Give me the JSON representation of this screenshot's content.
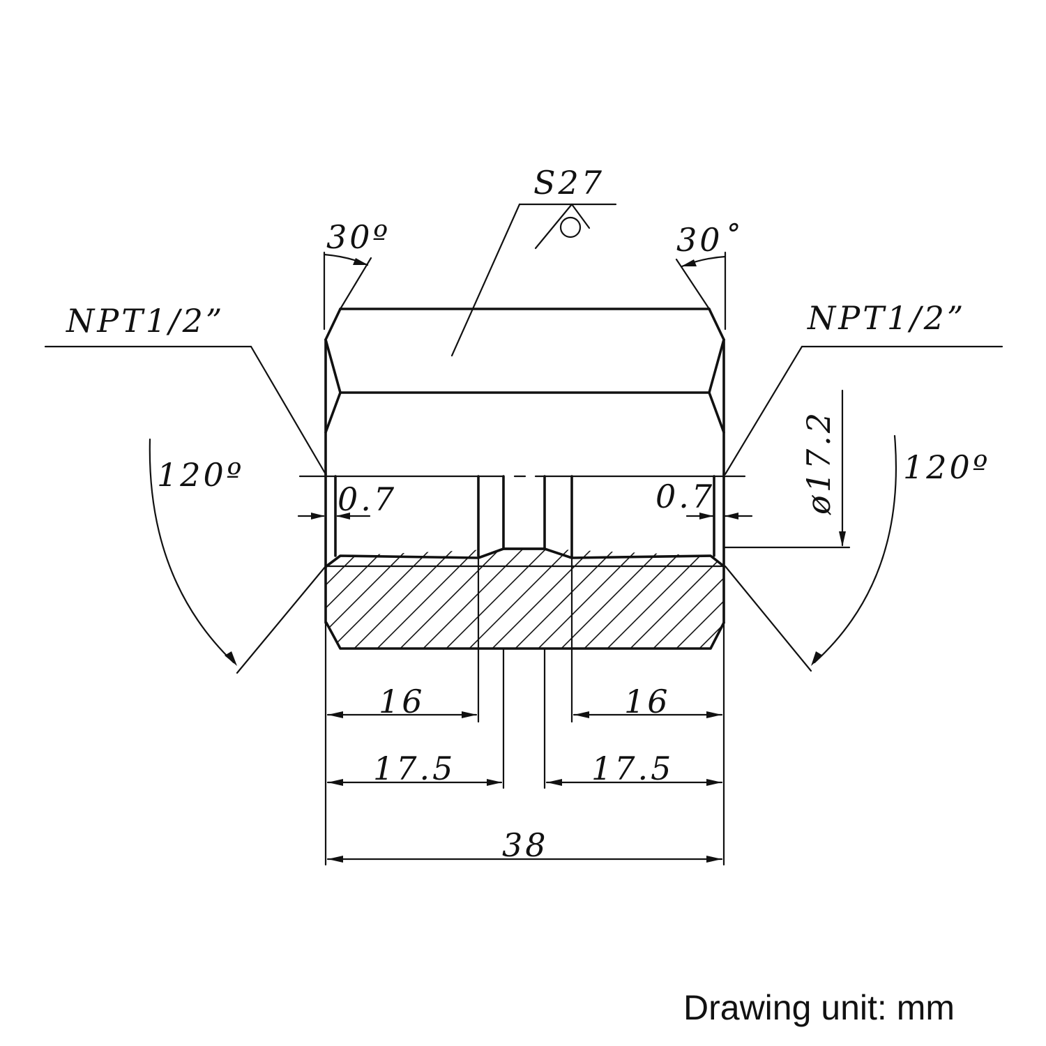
{
  "labels": {
    "hex_size": "S27",
    "chamfer_left": "30º",
    "chamfer_right": "30˚",
    "thread_left": "NPT1/2”",
    "thread_right": "NPT1/2”",
    "countersink_left": "120º",
    "countersink_right": "120º",
    "depth_left": "0.7",
    "depth_right": "0.7",
    "bore_diameter": "ø17.2",
    "thread_length_left": "16",
    "thread_length_right": "16",
    "bore_depth_left": "17.5",
    "bore_depth_right": "17.5",
    "overall_length": "38"
  },
  "footer": {
    "unit_note": "Drawing unit: mm"
  }
}
